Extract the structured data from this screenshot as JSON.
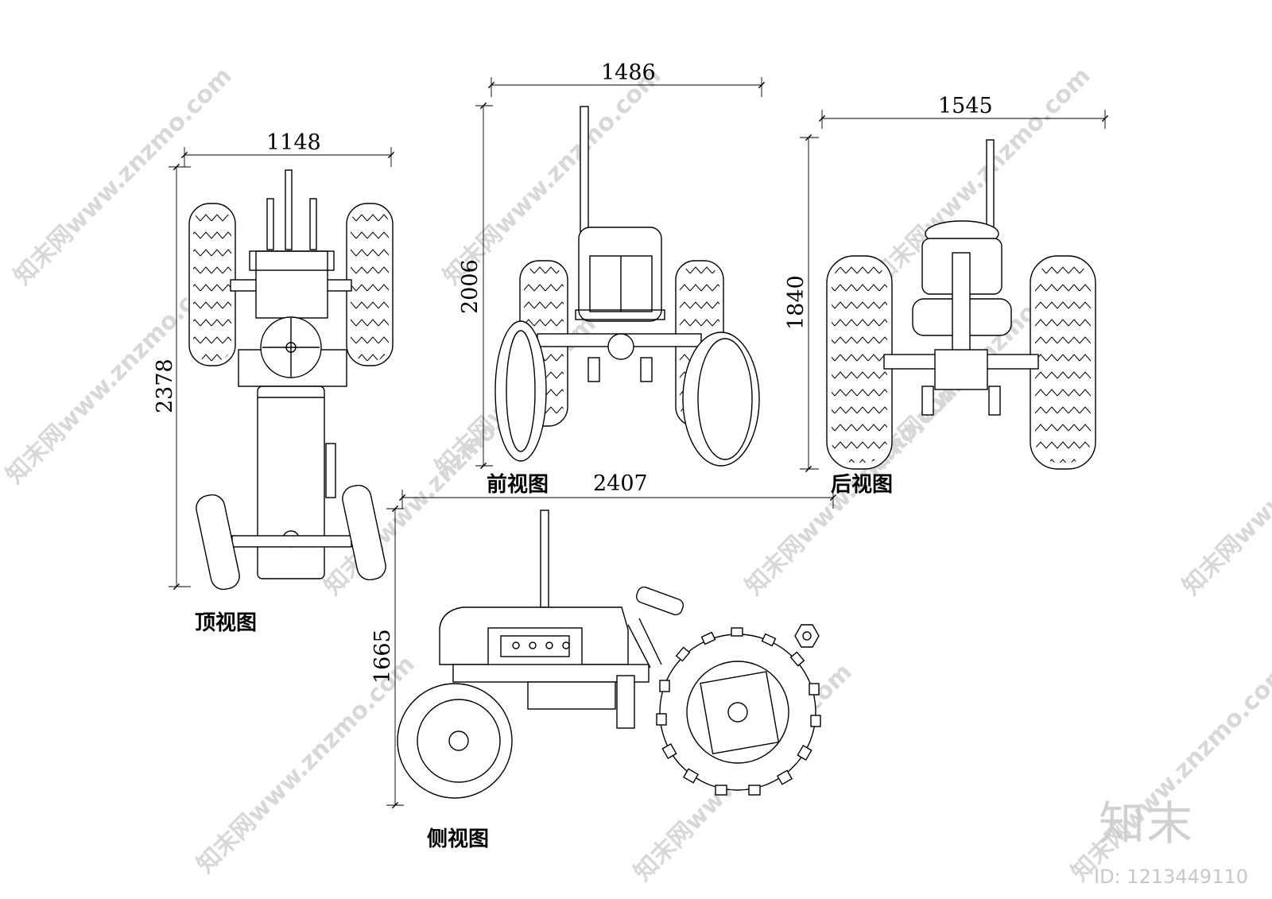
{
  "views": {
    "top": {
      "caption": "顶视图",
      "width_label": "1148",
      "length_label": "2378"
    },
    "front": {
      "caption": "前视图",
      "width_label": "1486",
      "height_label": "2006"
    },
    "rear": {
      "caption": "后视图",
      "width_label": "1545",
      "height_label": "1840"
    },
    "side": {
      "caption": "侧视图",
      "length_label": "2407",
      "height_label": "1665"
    }
  },
  "watermark": {
    "text": "知末网www.znzmo.com"
  },
  "brand": {
    "logo": "知末",
    "id": "ID: 1213449110"
  }
}
